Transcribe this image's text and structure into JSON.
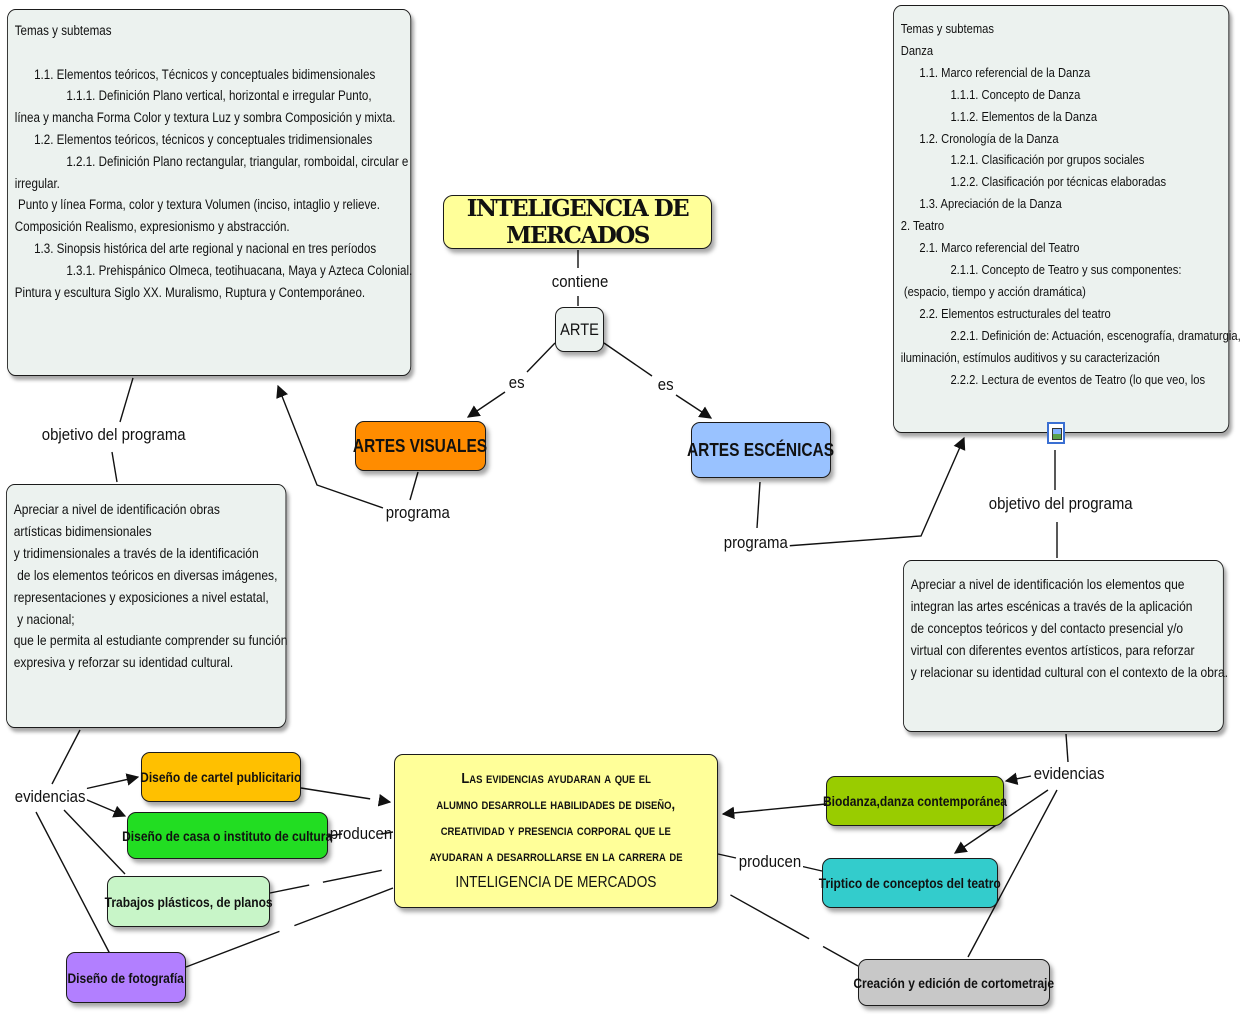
{
  "central": {
    "title": "INTELIGENCIA DE MERCADOS"
  },
  "arte": {
    "label": "ARTE"
  },
  "artes_visuales": {
    "label": "ARTES VISUALES"
  },
  "artes_escenicas": {
    "label": "ARTES ESCÉNICAS"
  },
  "link_labels": {
    "contiene": "contiene",
    "es_left": "es",
    "es_right": "es",
    "programa_left": "programa",
    "programa_right": "programa",
    "objetivo_left": "objetivo del programa",
    "objetivo_right": "objetivo del programa",
    "evidencias_left": "evidencias",
    "evidencias_right": "evidencias",
    "producen_left": "producen",
    "producen_right": "producen"
  },
  "temas_visuales": {
    "text": "Temas y subtemas\n\n      1.1. Elementos teóricos, Técnicos y conceptuales bidimensionales\n                1.1.1. Definición Plano vertical, horizontal e irregular Punto,\nlínea y mancha Forma Color y textura Luz y sombra Composición y mixta.\n      1.2. Elementos teóricos, técnicos y conceptuales tridimensionales\n                1.2.1. Definición Plano rectangular, triangular, romboidal, circular e\nirregular.\n Punto y línea Forma, color y textura Volumen (inciso, intaglio y relieve.\nComposición Realismo, expresionismo y abstracción.\n      1.3. Sinopsis histórica del arte regional y nacional en tres períodos\n                1.3.1. Prehispánico Olmeca, teotihuacana, Maya y Azteca Colonial.\nPintura y escultura Siglo XX. Muralismo, Ruptura y Contemporáneo."
  },
  "temas_escenicas": {
    "text": "Temas y subtemas\nDanza\n      1.1. Marco referencial de la Danza\n                1.1.1. Concepto de Danza\n                1.1.2. Elementos de la Danza\n      1.2. Cronología de la Danza\n                1.2.1. Clasificación por grupos sociales\n                1.2.2. Clasificación por técnicas elaboradas\n      1.3. Apreciación de la Danza\n2. Teatro\n      2.1. Marco referencial del Teatro\n                2.1.1. Concepto de Teatro y sus componentes:\n (espacio, tiempo y acción dramática)\n      2.2. Elementos estructurales del teatro\n                2.2.1. Definición de: Actuación, escenografía, dramaturgia,\niluminación, estímulos auditivos y su caracterización\n                2.2.2. Lectura de eventos de Teatro (lo que veo, los"
  },
  "objetivo_visuales": {
    "text": "Apreciar a nivel de identificación obras\nartísticas bidimensionales\ny tridimensionales a través de la identificación\n de los elementos teóricos en diversas imágenes,\nrepresentaciones y exposiciones a nivel estatal,\n y nacional;\nque le permita al estudiante comprender su función\nexpresiva y reforzar su identidad cultural."
  },
  "objetivo_escenicas": {
    "text": "Apreciar a nivel de identificación los elementos que\nintegran las artes escénicas a través de la aplicación\nde conceptos teóricos y del contacto presencial y/o\nvirtual con diferentes eventos artísticos, para reforzar\ny relacionar su identidad cultural con el contexto de la obra."
  },
  "evidencias_box": {
    "line1": "Las evidencias ayudaran a que el",
    "line2": "alumno desarrolle habilidades de diseño,",
    "line3": "creatividad y presencia corporal que le",
    "line4": "ayudaran a desarrollarse en la carrera de",
    "line5": "INTELIGENCIA DE MERCADOS"
  },
  "productos": {
    "cartel": "Diseño de cartel publicitario",
    "casa": "Diseño de casa o instituto de cultura",
    "plasticos": "Trabajos plásticos, de planos",
    "fotografia": "Diseño de fotografía",
    "biodanza": "Biodanza,danza contemporánea",
    "triptico": "Triptico de conceptos del teatro",
    "cortometraje": "Creación y edición de cortometraje"
  },
  "colors": {
    "central": "#ffff99",
    "artes_visuales": "#ff8c00",
    "artes_escenicas": "#99c2ff",
    "panel": "#ecf2ef",
    "cartel": "#ffc000",
    "casa": "#22dd22",
    "plasticos": "#c8f5c8",
    "fotografia": "#b27fff",
    "biodanza": "#99cc00",
    "triptico": "#33cccc",
    "cortometraje": "#c8c8c8"
  }
}
